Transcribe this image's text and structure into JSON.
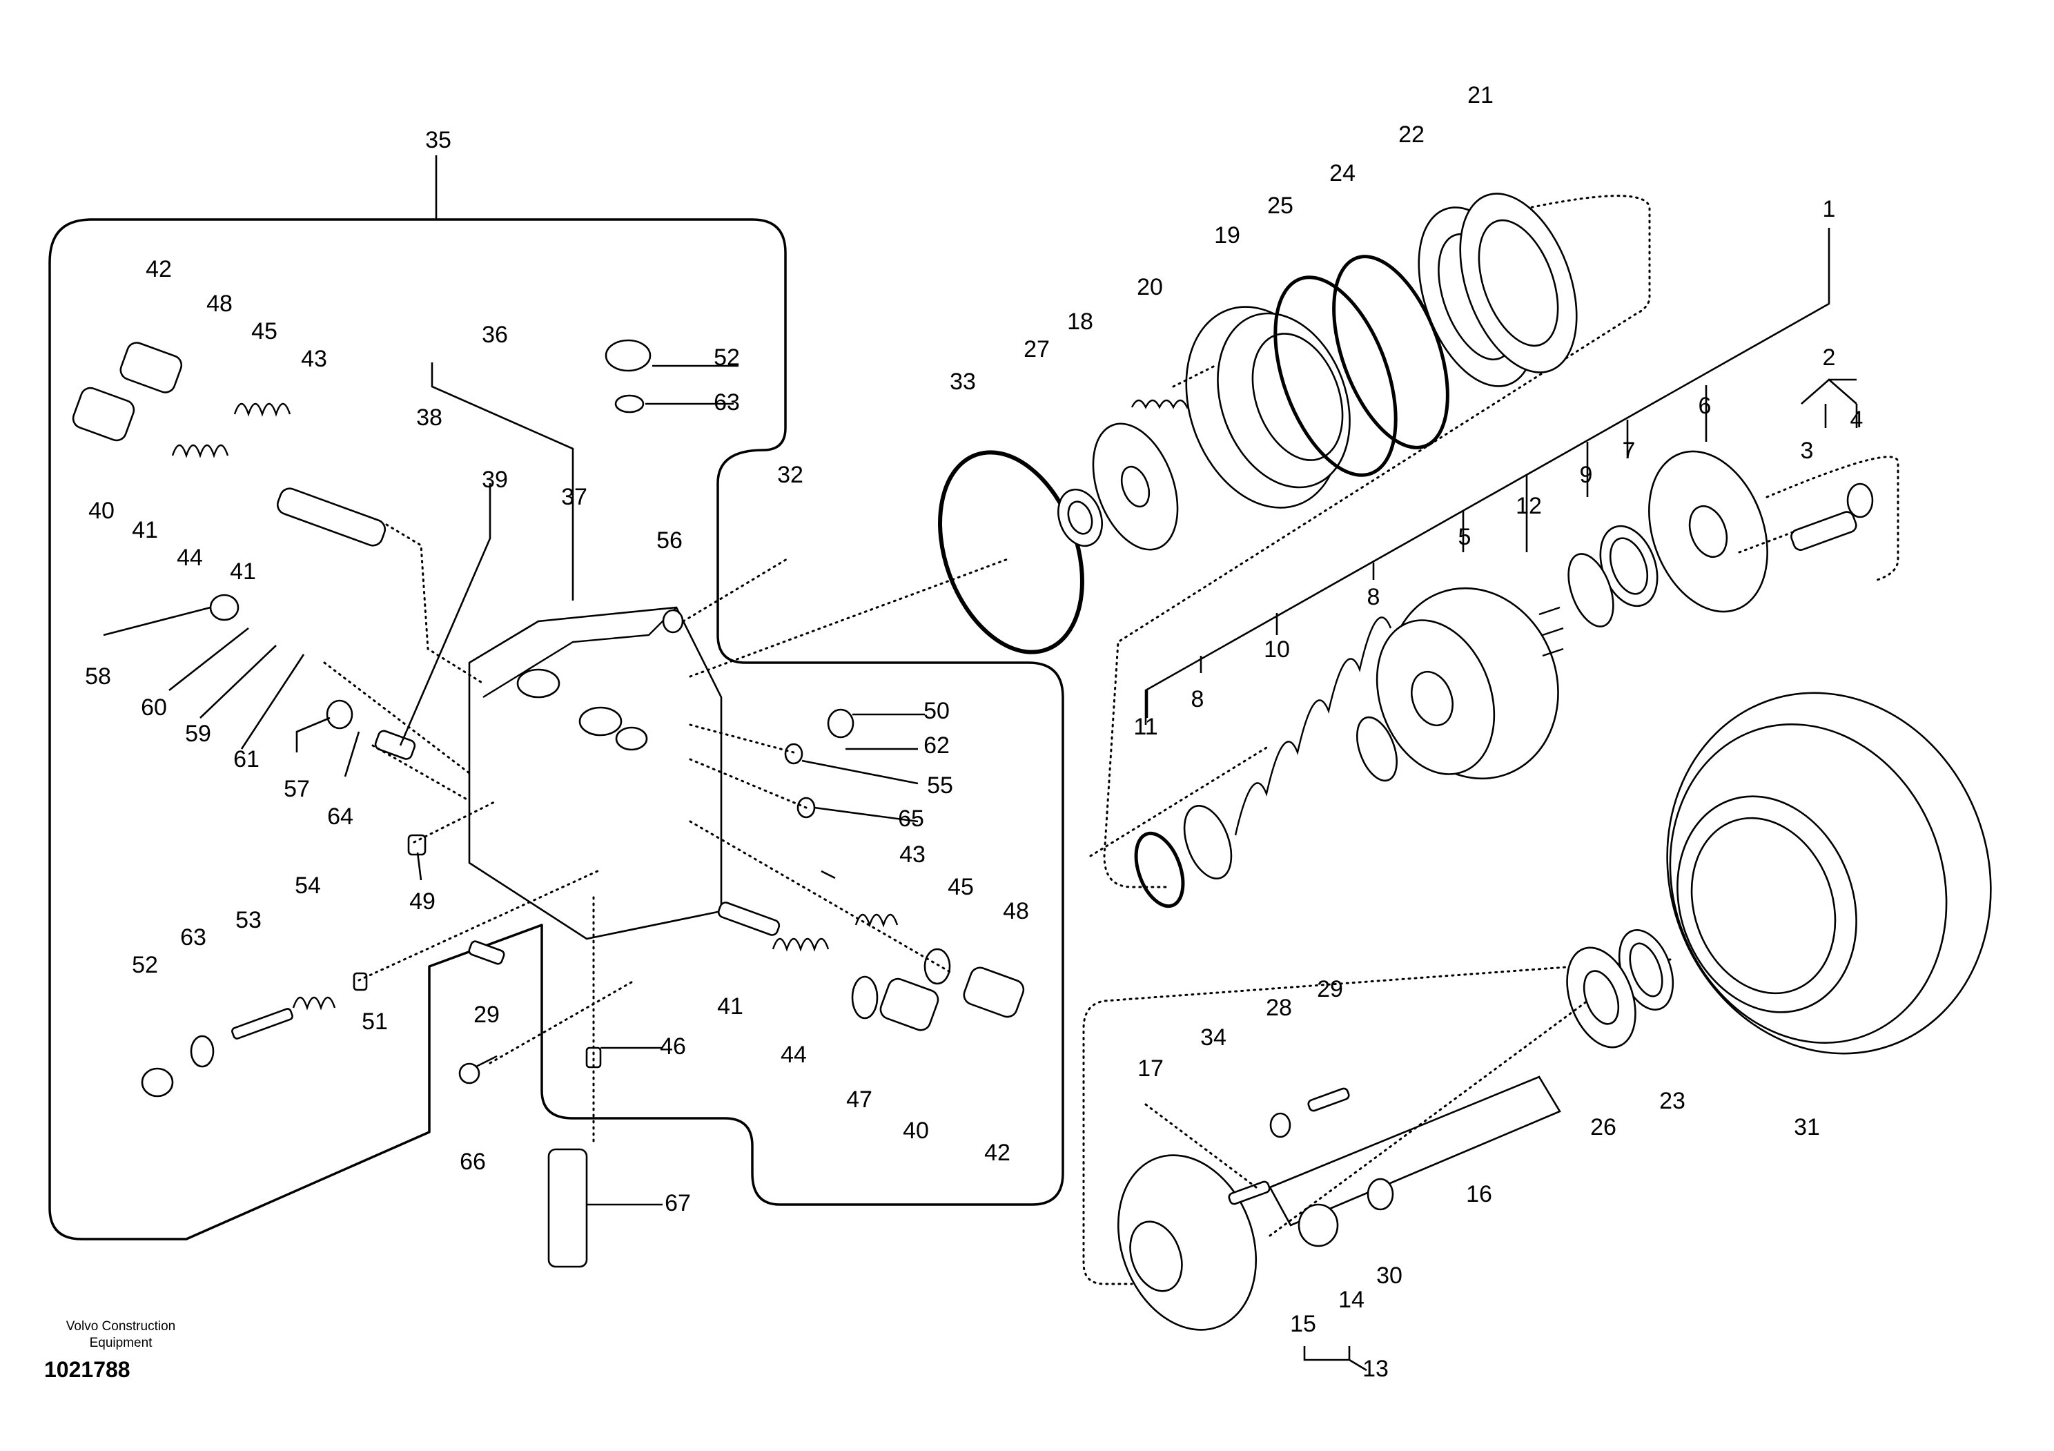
{
  "credit": {
    "line1": "Volvo Construction",
    "line2": "Equipment"
  },
  "drawing_number": "1021788",
  "callouts": [
    "1",
    "2",
    "3",
    "4",
    "5",
    "6",
    "7",
    "8",
    "8",
    "9",
    "10",
    "11",
    "12",
    "13",
    "14",
    "15",
    "16",
    "17",
    "18",
    "19",
    "20",
    "21",
    "22",
    "23",
    "24",
    "25",
    "26",
    "27",
    "28",
    "29",
    "29",
    "30",
    "31",
    "32",
    "33",
    "34",
    "35",
    "36",
    "37",
    "38",
    "39",
    "40",
    "40",
    "41",
    "41",
    "41",
    "42",
    "42",
    "43",
    "43",
    "44",
    "44",
    "45",
    "45",
    "46",
    "47",
    "48",
    "48",
    "49",
    "50",
    "51",
    "52",
    "52",
    "53",
    "54",
    "55",
    "56",
    "57",
    "58",
    "59",
    "60",
    "61",
    "62",
    "63",
    "63",
    "64",
    "65",
    "66",
    "67"
  ]
}
